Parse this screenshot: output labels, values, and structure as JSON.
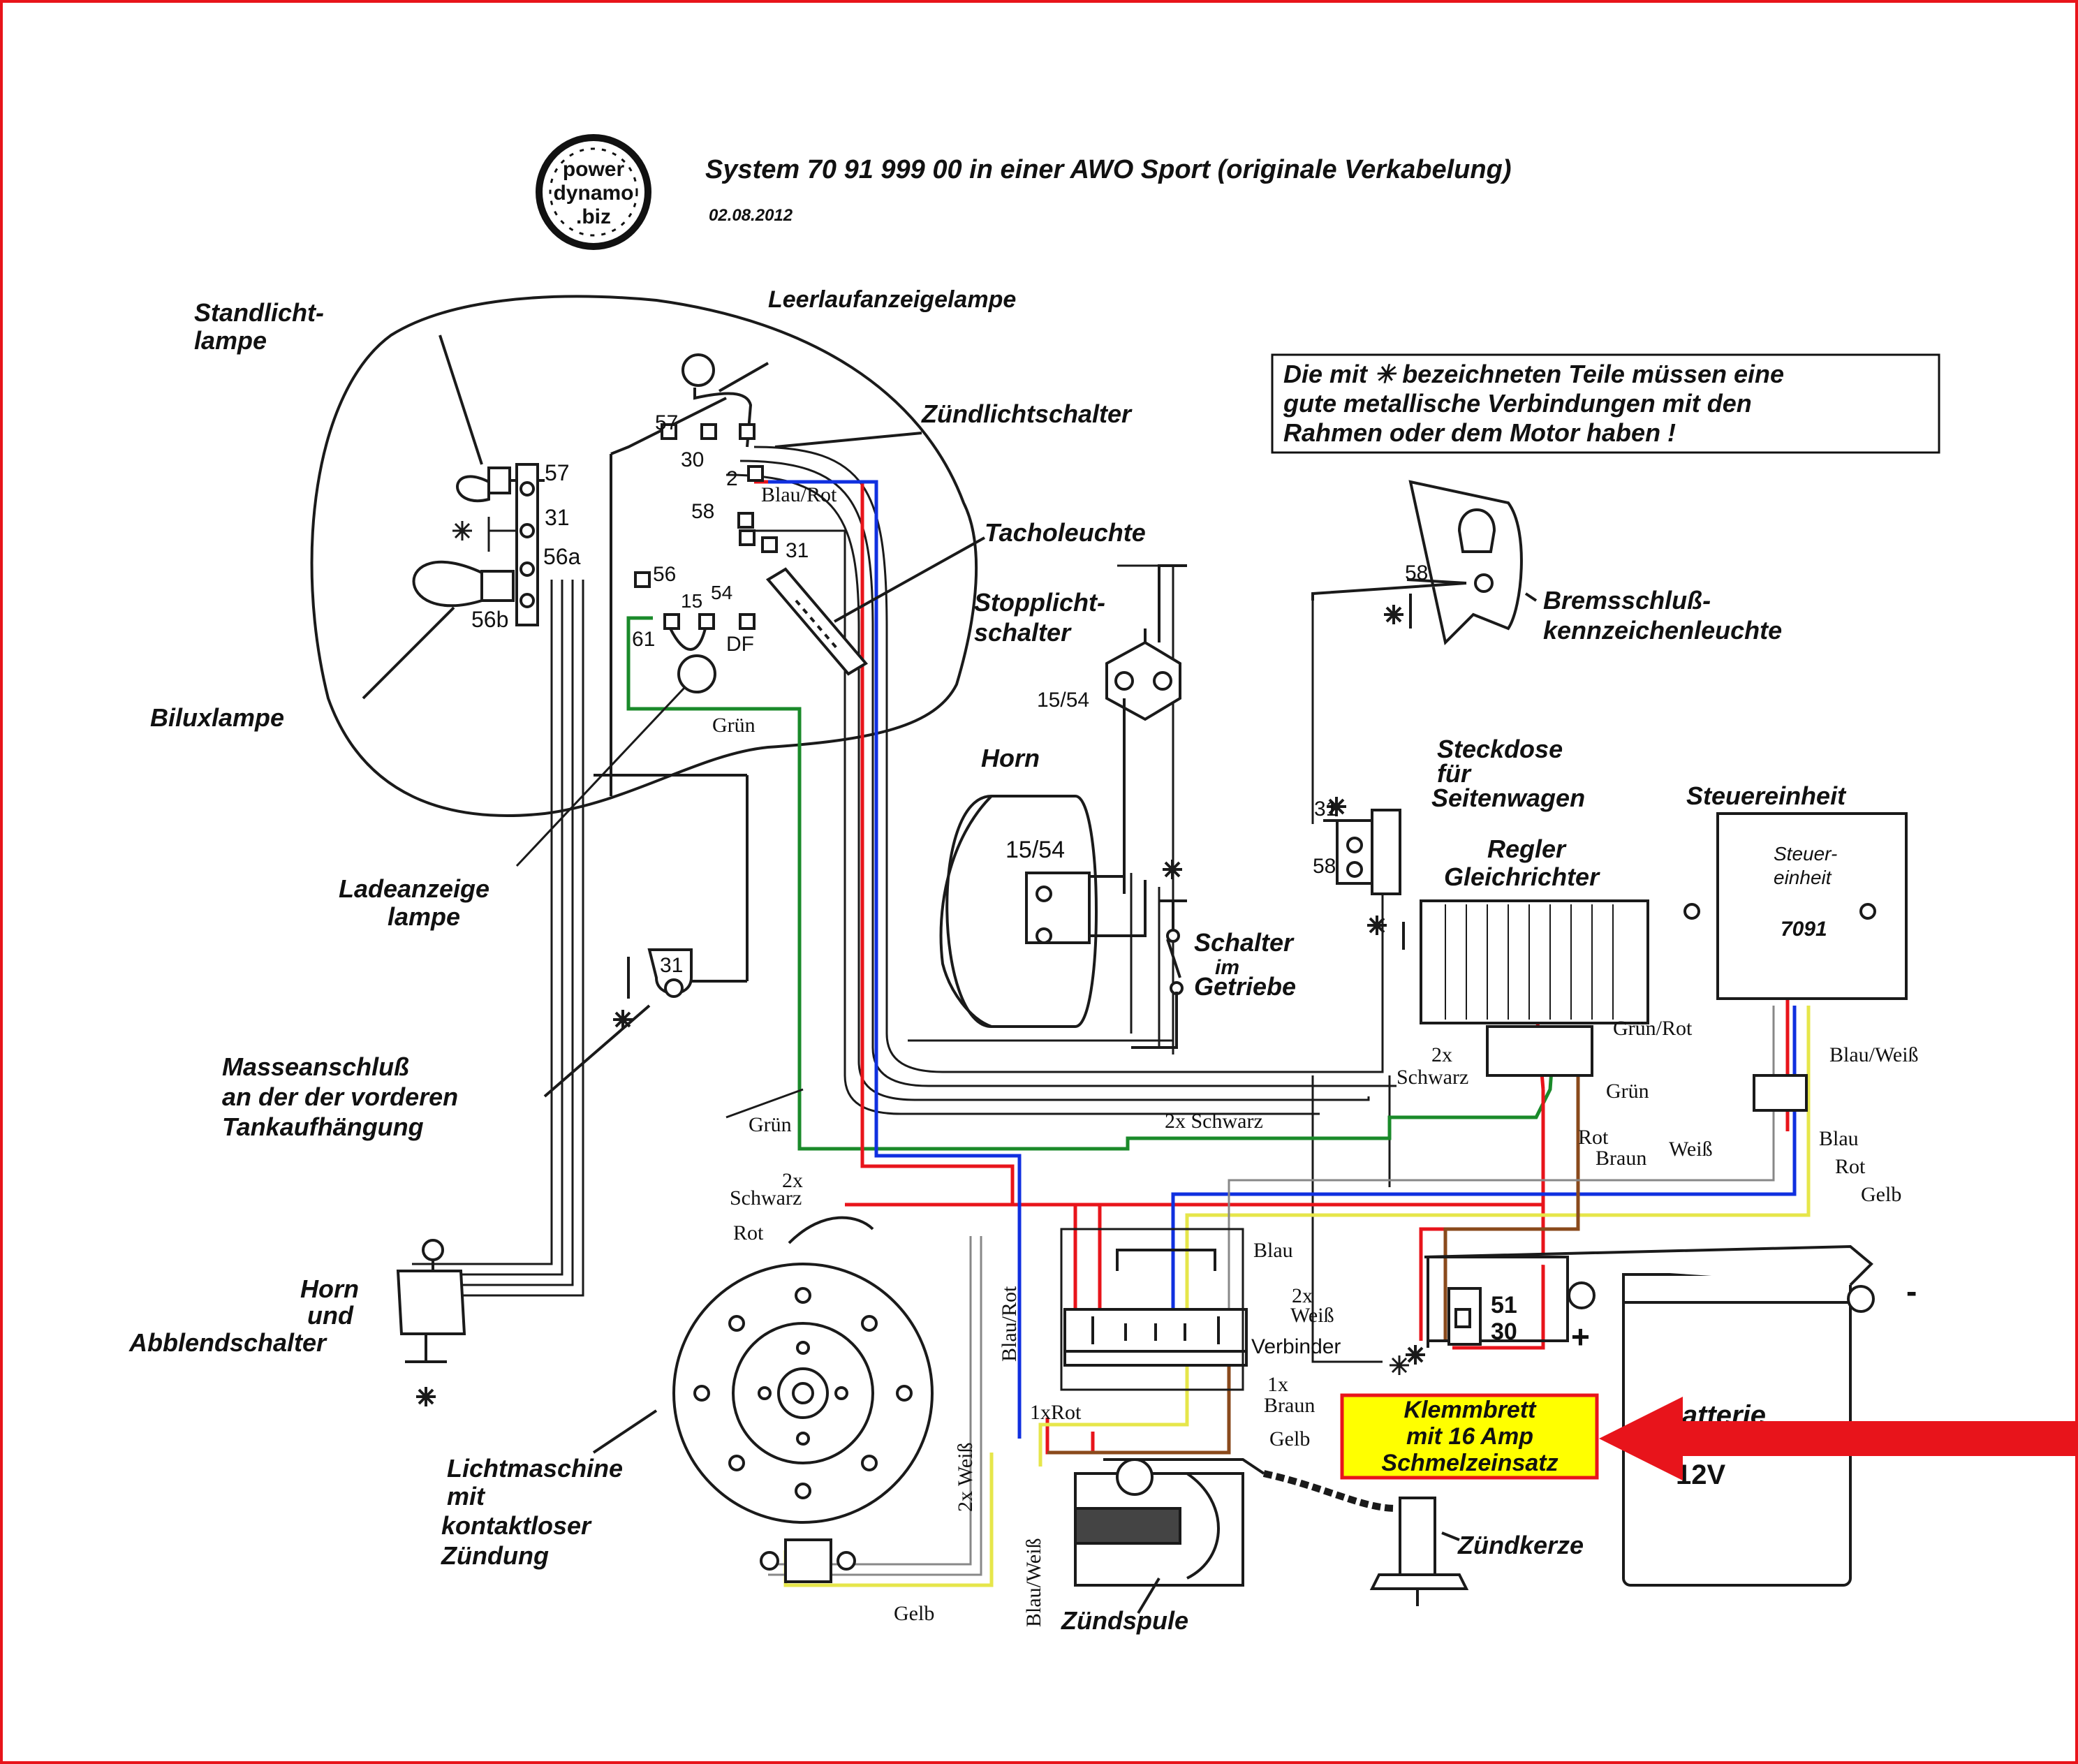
{
  "header": {
    "title": "System 70 91 999 00  in einer AWO Sport (originale Verkabelung)",
    "date": "02.08.2012",
    "logo_text": [
      "power",
      "dynamo",
      ".biz"
    ]
  },
  "note": {
    "line1": "Die mit ✳ bezeichneten Teile müssen eine",
    "line2": "gute metallische Verbindungen mit den",
    "line3": "Rahmen oder dem Motor haben !"
  },
  "components": {
    "standlicht": [
      "Standlicht-",
      "lampe"
    ],
    "leerlauf": "Leerlaufanzeigelampe",
    "zuendlicht": "Zündlichtschalter",
    "tacho": "Tacholeuchte",
    "stopplicht": [
      "Stopplicht-",
      "schalter"
    ],
    "bremsschluss": [
      "Bremsschluß-",
      "kennzeichenleuchte"
    ],
    "bilux": "Biluxlampe",
    "horn": "Horn",
    "steckdose": [
      "Steckdose",
      "für",
      "Seitenwagen"
    ],
    "steuereinheit": "Steuereinheit",
    "regler": [
      "Regler",
      "Gleichrichter"
    ],
    "schalter_getriebe": [
      "Schalter",
      "im",
      "Getriebe"
    ],
    "ladeanzeige": [
      "Ladeanzeige",
      "lampe"
    ],
    "masse": [
      "Masseanschluß",
      "an der der vorderen",
      "Tankaufhängung"
    ],
    "horn_abblend": [
      "Horn",
      "und",
      "Abblendschalter"
    ],
    "lichtmaschine": [
      "Lichtmaschine",
      "mit",
      "kontaktloser",
      "Zündung"
    ],
    "zuendspule": "Zündspule",
    "zuendkerze": "Zündkerze",
    "batterie": "Batterie",
    "batterie_v": "12V",
    "klemmbrett": [
      "Klemmbrett",
      "mit  16 Amp",
      "Schmelzeinsatz"
    ],
    "verbinder": "Verbinder",
    "steuer_box": [
      "Steuer-",
      "einheit",
      "7091"
    ]
  },
  "terminals": {
    "t57a": "57",
    "t31a": "31",
    "t56a": "56a",
    "t56b": "56b",
    "t57b": "57",
    "t30a": "30",
    "t2": "2",
    "t58a": "58",
    "t31b": "31",
    "t56": "56",
    "t15": "15",
    "t54": "54",
    "t61": "61",
    "tdf": "DF",
    "t1554a": "15/54",
    "t1554b": "15/54",
    "t58b": "58",
    "t31c": "31",
    "t58c": "58",
    "t31d": "31",
    "t51": "51",
    "t30b": "30",
    "plus": "+",
    "minus": "-"
  },
  "wires": {
    "blau_rot": "Blau/Rot",
    "gruen1": "Grün",
    "gruen2": "Grün",
    "gruen3": "Grün",
    "gruen_rot": "Grün/Rot",
    "blau_weiss": "Blau/Weiß",
    "schwarz2x_a": [
      "2x",
      "Schwarz"
    ],
    "schwarz2x_b": "2x Schwarz",
    "schwarz2x_c": [
      "2x",
      "Schwarz"
    ],
    "rot1": "Rot",
    "rot2": "Rot",
    "rot3": "Rot",
    "braun1": "Braun",
    "weiss1": "Weiß",
    "blau1": "Blau",
    "blau2": "Blau",
    "gelb1": "Gelb",
    "gelb2": "Gelb",
    "gelb3": "Gelb",
    "weiss2x_a": [
      "2x",
      "Weiß"
    ],
    "weiss2x_b": "2x Weiß",
    "blau_rot_v": "Blau/Rot",
    "rot1x": "1xRot",
    "braun1x": [
      "1x",
      "Braun"
    ],
    "blau_weiss_v": "Blau/Weiß"
  },
  "colors": {
    "red": "#e8141b",
    "green": "#1a8a2a",
    "blue": "#1030e0",
    "yellow": "#e6e64a",
    "brown": "#8a4a1c",
    "black": "#1a1a1a",
    "highlight": "#ffff00"
  }
}
